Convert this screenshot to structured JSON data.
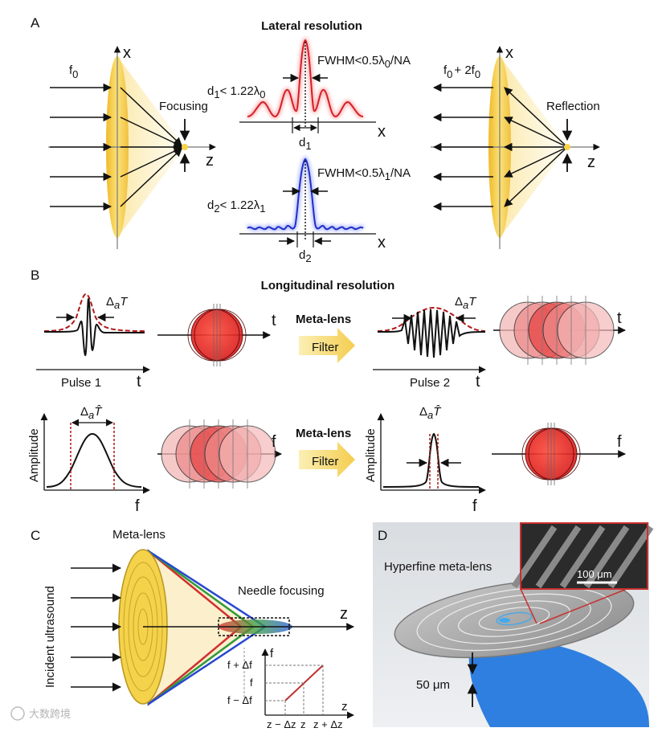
{
  "panels": {
    "a": "A",
    "b": "B",
    "c": "C",
    "d": "D"
  },
  "panelA": {
    "title": "Lateral resolution",
    "freq_left": "f",
    "freq_left_sub": "0",
    "freq_right": "f",
    "freq_right_sub1": "0",
    "freq_right_mid": "+ 2f",
    "freq_right_sub2": "0",
    "focusing": "Focusing",
    "reflection": "Reflection",
    "axis_x": "x",
    "axis_z": "z",
    "fwhm_top": "FWHM<0.5λ",
    "fwhm_top_sub": "0",
    "fwhm_top_tail": "/NA",
    "fwhm_bottom": "FWHM<0.5λ",
    "fwhm_bottom_sub": "1",
    "fwhm_bottom_tail": "/NA",
    "d1_expr_a": "d",
    "d1_expr_sub": "1",
    "d1_expr_b": "< 1.22λ",
    "d1_expr_sub2": "0",
    "d2_expr_a": "d",
    "d2_expr_sub": "2",
    "d2_expr_b": "< 1.22λ",
    "d2_expr_sub2": "1",
    "d1": "d",
    "d1_sub": "1",
    "d2": "d",
    "d2_sub": "2",
    "colors": {
      "lens": "#f4c842",
      "top_psf": "#d3202a",
      "bottom_psf": "#1f2fc8"
    }
  },
  "panelB": {
    "title": "Longitudinal resolution",
    "meta_lens": "Meta-lens",
    "filter": "Filter",
    "pulse1": "Pulse 1",
    "pulse2": "Pulse 2",
    "delta_t": "Δ",
    "delta_t_sub": "a",
    "delta_t_var": "T",
    "delta_that": "T̂",
    "amplitude": "Amplitude",
    "axis_t": "t",
    "axis_f": "f",
    "colors": {
      "circle": "#e8282a",
      "envelope": "#b01818",
      "arrow": "#f6d76a"
    }
  },
  "panelC": {
    "meta_lens": "Meta-lens",
    "incident": "Incident ultrasound",
    "needle": "Needle focusing",
    "axis_z": "z",
    "inset_f": "f",
    "inset_z": "z",
    "f_plus": "f + Δf",
    "f_mid": "f",
    "f_minus": "f − Δf",
    "z_minus": "z − Δz",
    "z_mid": "z",
    "z_plus": "z + Δz"
  },
  "panelD": {
    "label": "Hyperfine meta-lens",
    "scale": "100 μm",
    "thickness": "50 μm"
  },
  "watermark": "大数跨境"
}
